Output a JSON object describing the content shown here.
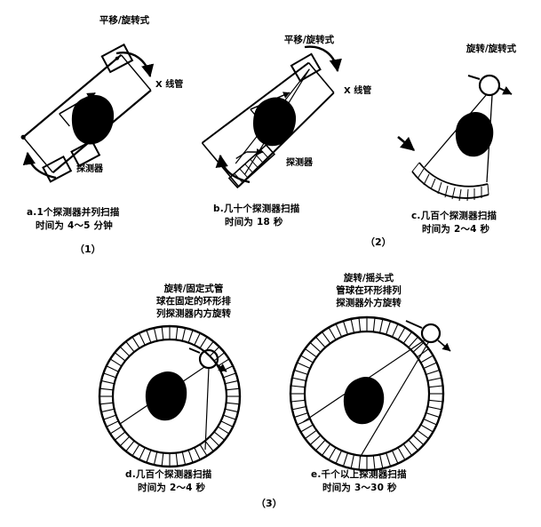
{
  "figure": {
    "title_implicit": "CT扫描方式示意图",
    "ink_color": "#000000",
    "background": "#ffffff"
  },
  "groups": [
    {
      "id": "group-1",
      "number": "（1）"
    },
    {
      "id": "group-2",
      "number": "（2）"
    },
    {
      "id": "group-3",
      "number": "（3）"
    }
  ],
  "panels": [
    {
      "id": "panel-a",
      "heading": "平移/旋转式",
      "part_labels": {
        "tube": "X 线管",
        "detector": "探测器"
      },
      "caption_line1": "a.1个探测器并列扫描",
      "caption_line2": "时间为 4～5 分钟",
      "group": "（1）"
    },
    {
      "id": "panel-b",
      "heading": "平移/旋转式",
      "part_labels": {
        "tube": "X 线管",
        "detector": "探测器"
      },
      "caption_line1": "b.几十个探测器扫描",
      "caption_line2": "时间为 18 秒",
      "group": "（2）"
    },
    {
      "id": "panel-c",
      "heading": "旋转/旋转式",
      "part_labels": {},
      "caption_line1": "c.几百个探测器扫描",
      "caption_line2": "时间为 2～4 秒",
      "group": ""
    },
    {
      "id": "panel-d",
      "heading": "旋转/固定式管\n球在固定的环形排\n列探测器内方旋转",
      "part_labels": {},
      "caption_line1": "d.几百个探测器扫描",
      "caption_line2": "时间为 2～4 秒",
      "group": "（3）"
    },
    {
      "id": "panel-e",
      "heading": "旋转/摇头式\n管球在环形排列\n探测器外方旋转",
      "part_labels": {},
      "caption_line1": "e.千个以上探测器扫描",
      "caption_line2": "时间为 3～30 秒",
      "group": ""
    }
  ]
}
